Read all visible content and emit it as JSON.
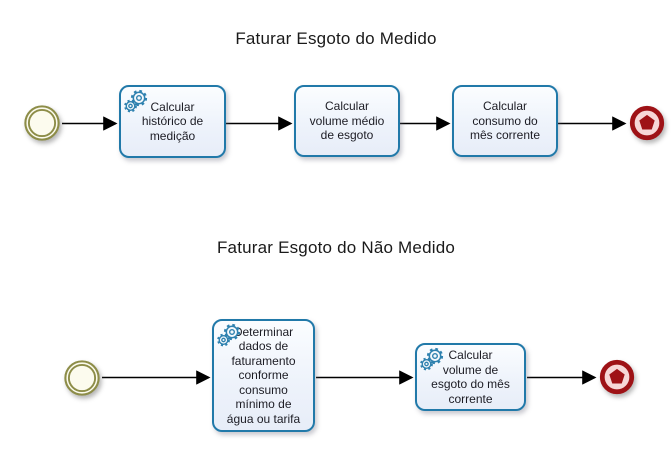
{
  "diagram": {
    "tool": "bpmn-process-diagram",
    "flows": [
      {
        "title": "Faturar Esgoto do Medido",
        "start_event": "start-event",
        "end_event": "signal-end-event",
        "tasks": [
          {
            "label": "Calcular histórico de medição",
            "icon": "service-gears-icon"
          },
          {
            "label": "Calcular volume médio de esgoto",
            "icon": null
          },
          {
            "label": "Calcular consumo do mês corrente",
            "icon": null
          }
        ]
      },
      {
        "title": "Faturar Esgoto do Não Medido",
        "start_event": "start-event",
        "end_event": "signal-end-event",
        "tasks": [
          {
            "label": "Determinar dados de faturamento conforme consumo mínimo de água ou tarifa",
            "icon": "service-gears-icon"
          },
          {
            "label": "Calcular volume de esgoto do mês corrente",
            "icon": "service-gears-icon"
          }
        ]
      }
    ],
    "colors": {
      "task_border": "#2179a9",
      "task_fill": "#eef3fb",
      "task_text": "#1c1c24",
      "start_event_ring": "#8d8d48",
      "start_event_fill": "#fcfbee",
      "end_event_ring": "#9e1216",
      "end_event_fill": "#f7d7d7",
      "gear_icon": "#2e81af",
      "arrow": "#000000",
      "background": "#ffffff"
    }
  }
}
